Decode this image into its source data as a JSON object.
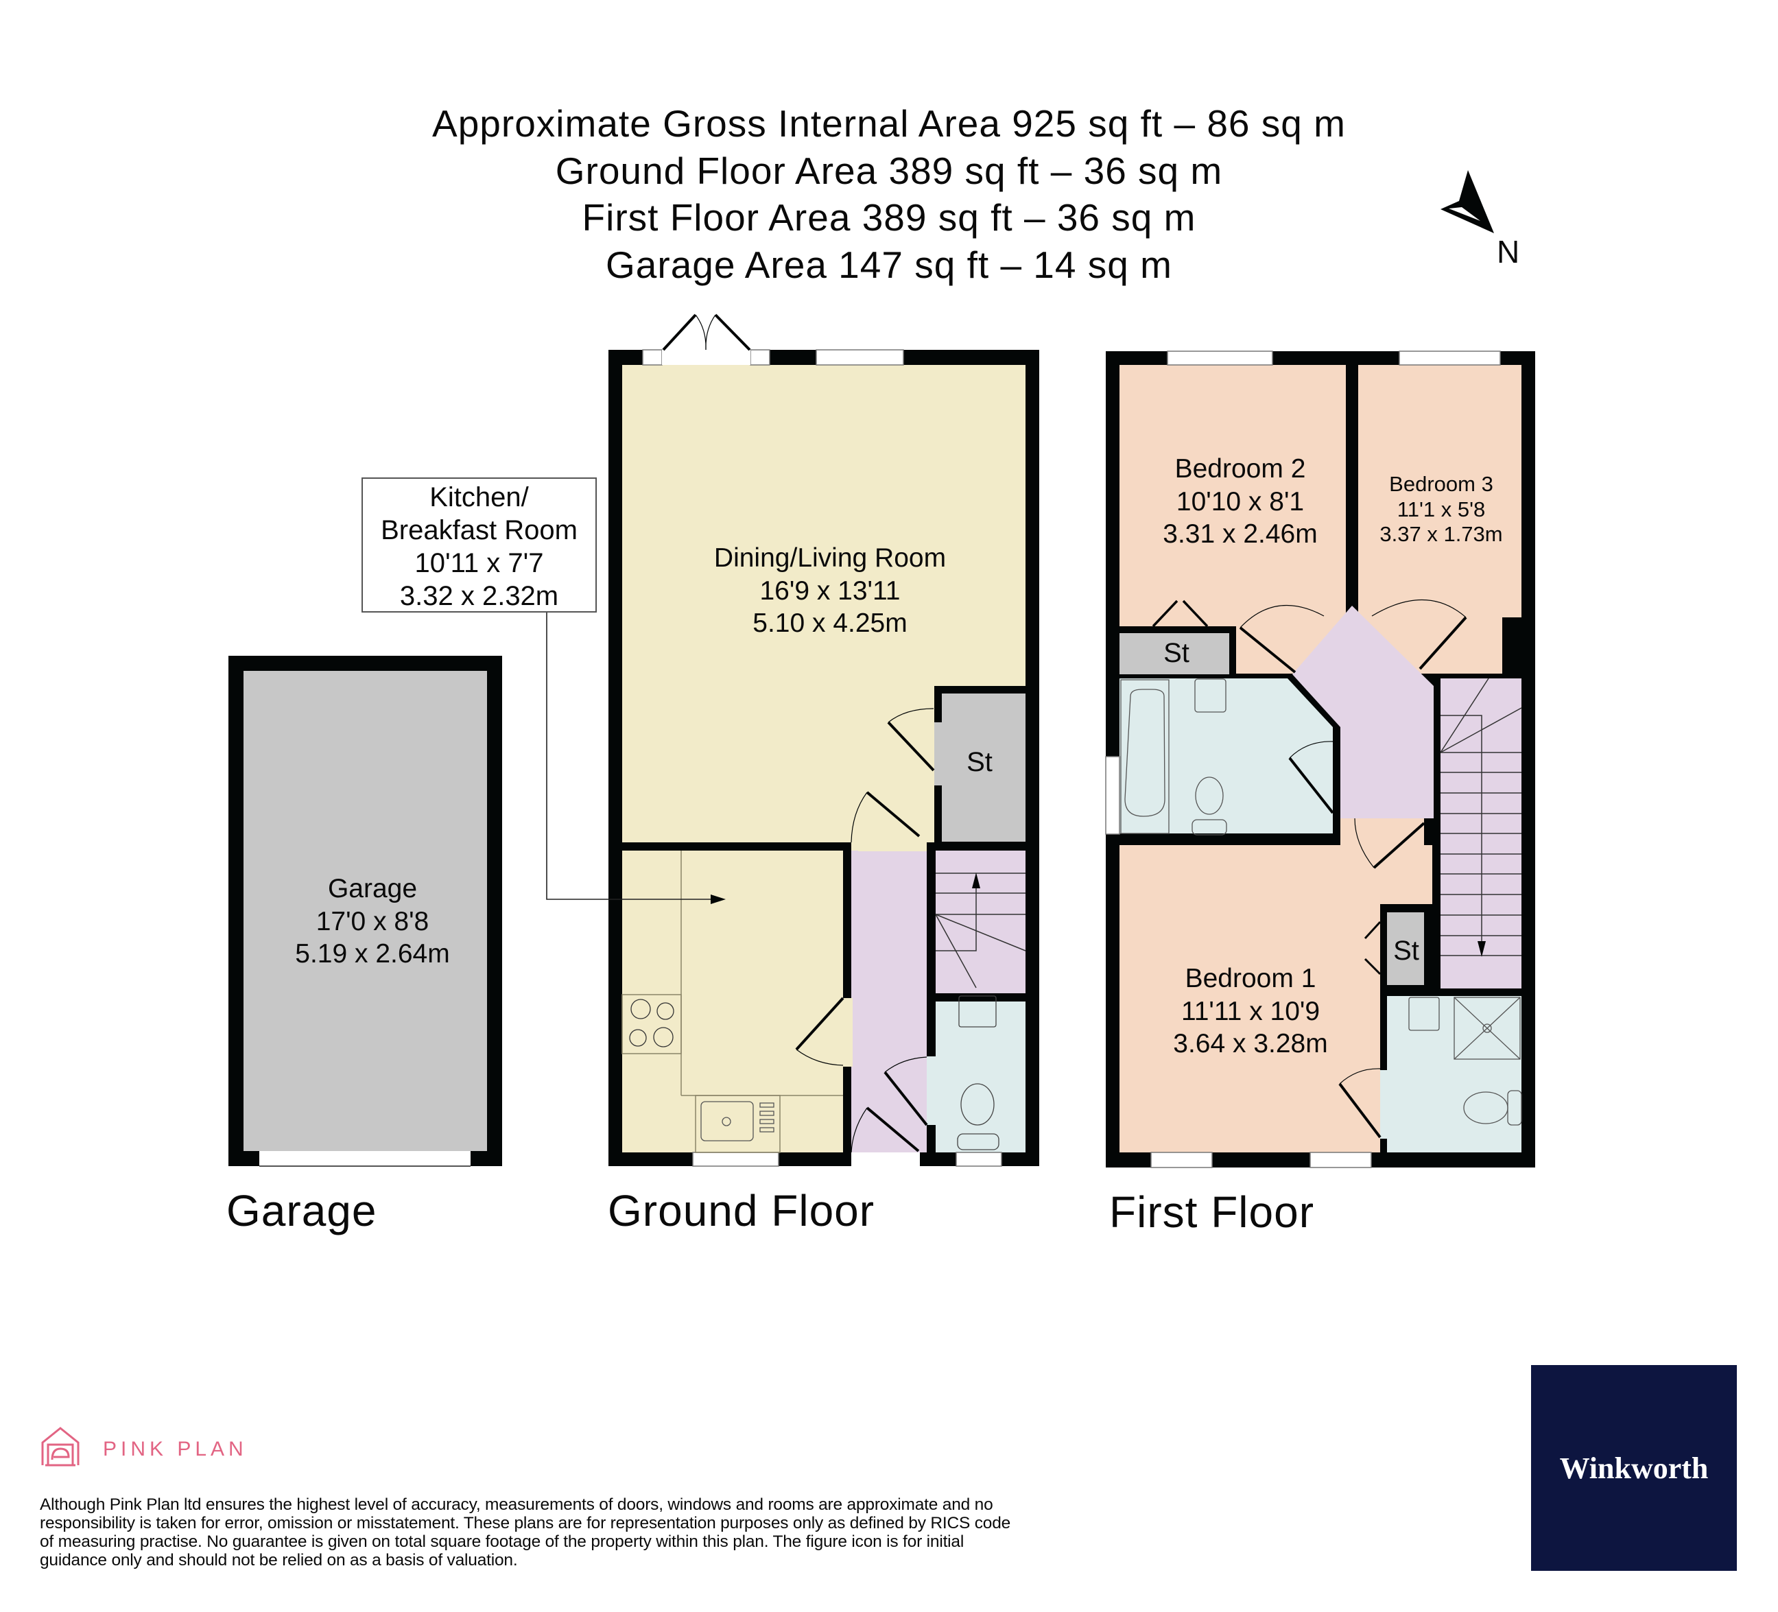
{
  "header": {
    "lines": [
      "Approximate Gross Internal Area 925 sq ft – 86 sq m",
      "Ground Floor Area 389 sq ft – 36 sq m",
      "First Floor Area 389 sq ft – 36 sq m",
      "Garage Area 147 sq ft – 14 sq m"
    ]
  },
  "compass": {
    "icon": "north-arrow-icon",
    "label": "N"
  },
  "colors": {
    "wall": "#030606",
    "living": "#F2EBC9",
    "bedroom": "#F6D9C4",
    "hall": "#E3D4E6",
    "wet_room": "#DEECEC",
    "storage": "#C7C7C7",
    "brand_pink": "#E26483",
    "winkworth_navy": "#0D1540"
  },
  "garage": {
    "floor_label": "Garage",
    "room": {
      "name": "Garage",
      "imperial": "17'0 x 8'8",
      "metric": "5.19 x 2.64m"
    }
  },
  "ground_floor": {
    "floor_label": "Ground Floor",
    "rooms": {
      "dining": {
        "name": "Dining/Living Room",
        "imperial": "16'9 x 13'11",
        "metric": "5.10 x 4.25m"
      },
      "kitchen": {
        "name_line1": "Kitchen/",
        "name_line2": "Breakfast Room",
        "imperial": "10'11 x 7'7",
        "metric": "3.32 x 2.32m"
      },
      "storage": {
        "name": "St"
      }
    }
  },
  "first_floor": {
    "floor_label": "First Floor",
    "rooms": {
      "bedroom2": {
        "name": "Bedroom 2",
        "imperial": "10'10 x 8'1",
        "metric": "3.31 x 2.46m"
      },
      "bedroom3": {
        "name": "Bedroom 3",
        "imperial": "11'1 x 5'8",
        "metric": "3.37 x 1.73m"
      },
      "bedroom1": {
        "name": "Bedroom 1",
        "imperial": "11'11 x 10'9",
        "metric": "3.64 x 3.28m"
      },
      "storage_a": {
        "name": "St"
      },
      "storage_b": {
        "name": "St"
      }
    }
  },
  "footer": {
    "brand": "PINK PLAN",
    "brand_icon": "house-logo-icon",
    "disclaimer": "Although Pink Plan ltd ensures the highest level of accuracy, measurements of doors, windows and rooms are approximate and no responsibility is taken for error, omission or misstatement. These plans are for representation purposes only as defined by RICS code of measuring practise. No guarantee is given on total square footage of the property within this plan. The figure icon is for initial guidance only and should not be relied on as a basis of valuation.",
    "agent_logo": "Winkworth"
  }
}
